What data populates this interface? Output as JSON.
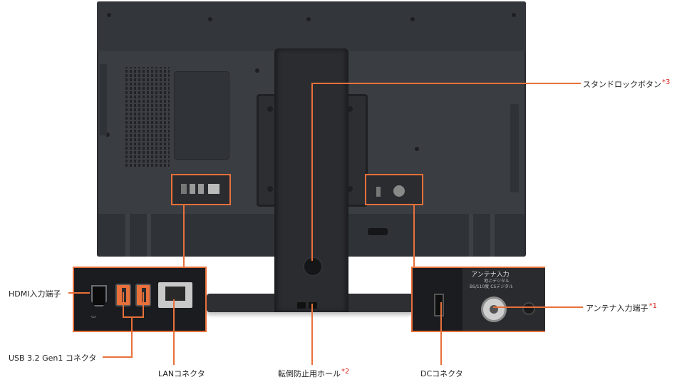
{
  "callouts": {
    "stand_lock": {
      "label": "スタンドロックボタン",
      "note": "*3"
    },
    "hdmi": {
      "label": "HDMI入力端子"
    },
    "usb": {
      "label": "USB 3.2 Gen1 コネクタ"
    },
    "lan": {
      "label": "LANコネクタ"
    },
    "anti_tip": {
      "label": "転倒防止用ホール",
      "note": "*2"
    },
    "dc": {
      "label": "DCコネクタ"
    },
    "antenna": {
      "label": "アンテナ入力端子",
      "note": "*1"
    }
  },
  "antenna_panel": {
    "title": "アンテナ入力",
    "line1": "地上デジタル",
    "line2": "BS/110度 CSデジタル"
  },
  "colors": {
    "accent": "#e8703a",
    "note": "#d8281e",
    "body": "#3a3d42"
  }
}
